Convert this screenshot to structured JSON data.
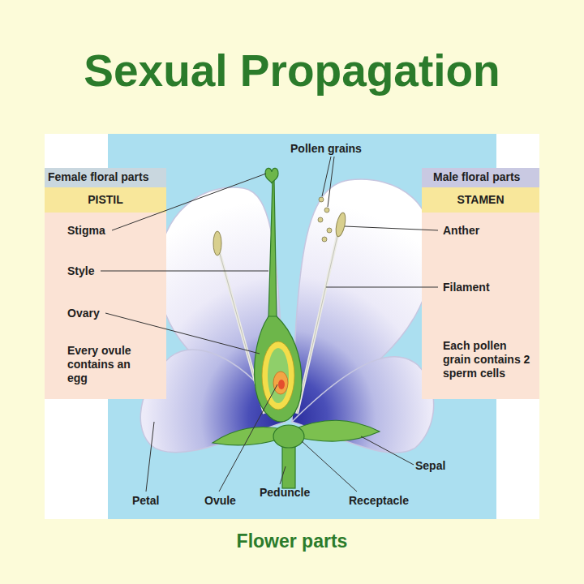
{
  "diagram": {
    "title": "Sexual Propagation",
    "caption": "Flower parts",
    "nodes": [
      {
        "text": [
          "Female floral parts"
        ]
      },
      {
        "text": [
          "PISTIL"
        ]
      },
      {
        "text": [
          "Stigma",
          "Style",
          "Ovary",
          "Every ovule contains an egg"
        ]
      },
      {
        "text": [
          "Male floral parts"
        ]
      },
      {
        "text": [
          "STAMEN"
        ]
      },
      {
        "text": [
          "Anther",
          "Filament",
          "Each pollen grain contains 2 sperm cells"
        ]
      }
    ],
    "labels": [
      "Pollen grains",
      "Petal",
      "Ovule",
      "Peduncle",
      "Receptacle",
      "Sepal"
    ]
  }
}
